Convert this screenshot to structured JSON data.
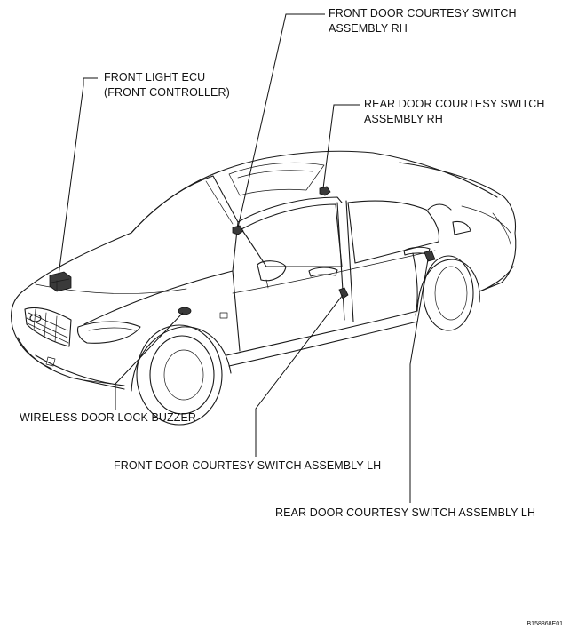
{
  "labels": {
    "front_light_ecu_line1": "FRONT LIGHT ECU",
    "front_light_ecu_line2": "(FRONT CONTROLLER)",
    "front_door_rh_line1": "FRONT DOOR COURTESY SWITCH",
    "front_door_rh_line2": "ASSEMBLY RH",
    "rear_door_rh_line1": "REAR DOOR COURTESY SWITCH",
    "rear_door_rh_line2": "ASSEMBLY RH",
    "wireless_buzzer": "WIRELESS DOOR LOCK BUZZER",
    "front_door_lh": "FRONT DOOR COURTESY SWITCH ASSEMBLY LH",
    "rear_door_lh": "REAR DOOR COURTESY SWITCH ASSEMBLY LH"
  },
  "figure_id": "B158868E01",
  "colors": {
    "line": "#1a1a1a",
    "text": "#111111",
    "background": "#ffffff"
  }
}
